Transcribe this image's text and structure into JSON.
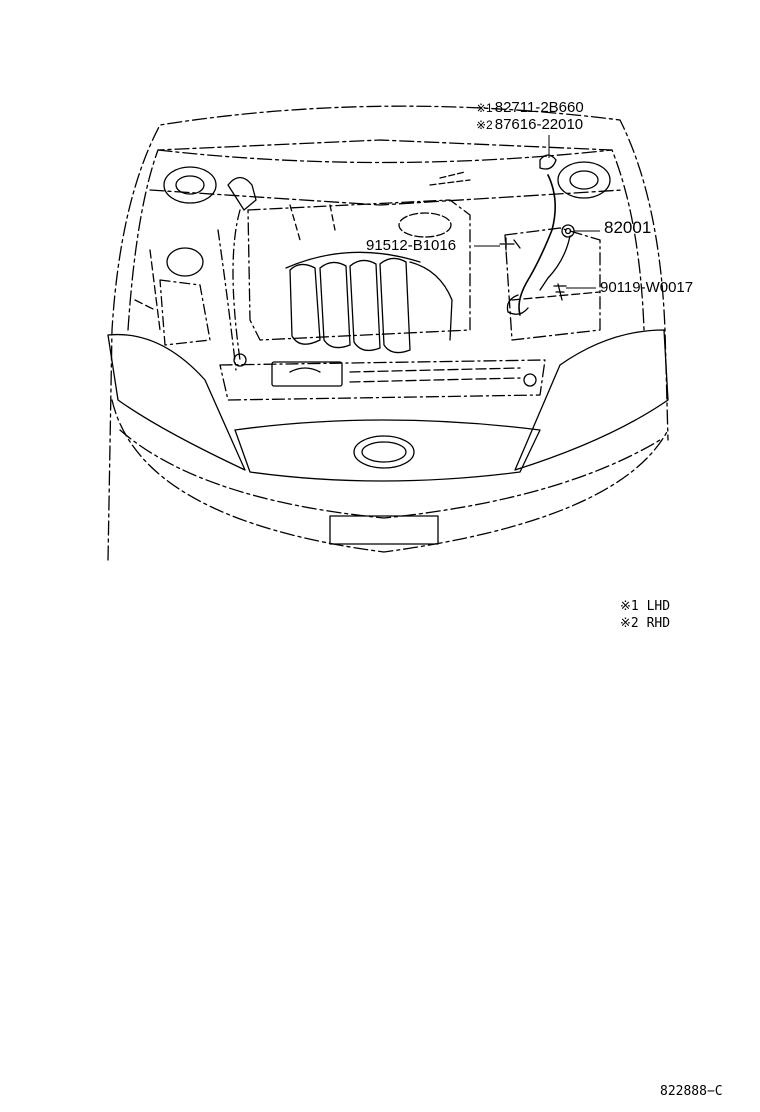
{
  "callouts": {
    "lhd_mark": "※1",
    "lhd_part": "82711-2B660",
    "rhd_mark": "※2",
    "rhd_part": "87616-22010",
    "part_82001": "82001",
    "part_91512": "91512-B1016",
    "part_90119": "90119-W0017"
  },
  "legend": {
    "lhd_mark": "※1",
    "lhd_text": "LHD",
    "rhd_mark": "※2",
    "rhd_text": "RHD"
  },
  "drawing_number": "822888−C",
  "colors": {
    "line": "#000000",
    "background": "#ffffff"
  }
}
